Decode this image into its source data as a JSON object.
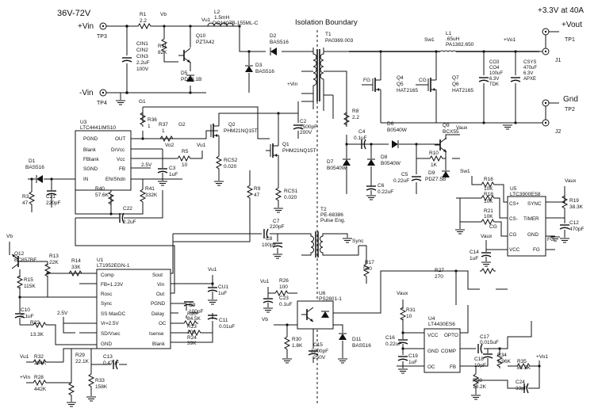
{
  "header": {
    "input_range": "36V-72V",
    "isolation": "Isolation Boundary",
    "output": "+3.3V at 40A"
  },
  "terminals": {
    "vin_pos": "+Vin",
    "vin_neg": "-Vin",
    "vout_pos": "+Vout",
    "gnd": "Gnd",
    "tp3": "TP3",
    "tp4": "TP4",
    "tp1": "TP1",
    "tp2": "TP2",
    "j1": "J1",
    "j2": "J2"
  },
  "nets": {
    "vb": "Vb",
    "vu1": "Vu1",
    "vin": "+Vin",
    "g1": "G1",
    "g2": "G2",
    "vo2": "Vo2",
    "sw1": "Sw1",
    "vaux": "Vaux",
    "vout": "+Vo1",
    "fg": "FG",
    "cg": "CG",
    "sync": "Sync",
    "v25": "2.5V"
  },
  "components": {
    "r1": [
      "R1",
      "2.2"
    ],
    "r11": [
      "R11",
      "82K"
    ],
    "q10": [
      "Q10",
      "PZTA42"
    ],
    "d5": [
      "D5",
      "PDZ9.1B"
    ],
    "cin": [
      "CIN1",
      "CIN2",
      "CIN3",
      "2.2uF",
      "100V"
    ],
    "l2": [
      "L2",
      "1.5mH",
      "DO1607B-155ML-C"
    ],
    "d2": [
      "D2",
      "BAS516"
    ],
    "d3": [
      "D3",
      "BAS516"
    ],
    "t1": [
      "T1",
      "PA0369.003"
    ],
    "l1": [
      "L1",
      ".65uH",
      "PA1382.650"
    ],
    "co": [
      "CO3",
      "CO4",
      "100uF",
      "6.3V",
      "TDK"
    ],
    "csys": [
      "CSYS",
      "470uF",
      "6.3V",
      "APXE"
    ],
    "q4": [
      "Q4",
      "Q5",
      "HAT2165"
    ],
    "q7": [
      "Q7",
      "Q6",
      "HAT2165"
    ],
    "r8": [
      "R8",
      "2.2"
    ],
    "c4": [
      "C4",
      "0.1uF"
    ],
    "d6": [
      "D6",
      "B0540W"
    ],
    "q9": [
      "Q9",
      "BCX55"
    ],
    "r10": [
      "R10",
      "1K"
    ],
    "d9": [
      "D9",
      "PDZ7.5B"
    ],
    "d7": [
      "D7",
      "B0540W"
    ],
    "d8": [
      "D8",
      "B0540W"
    ],
    "c5": [
      "C5",
      "0.22uF"
    ],
    "c6": [
      "C6",
      "0.22uF"
    ],
    "u3": [
      "U3",
      "LTC4441IMS10"
    ],
    "u3_pins": [
      "PGND",
      "Blank",
      "FBlank",
      "SGND",
      "IN",
      "OUT",
      "DrVcc",
      "Vcc",
      "FB",
      "EN/Shdn"
    ],
    "r36": [
      "R36",
      "1"
    ],
    "r37": [
      "R37",
      "1"
    ],
    "q2": [
      "Q2",
      "PHM21NQ15T"
    ],
    "q1": [
      "Q1",
      "PHM21NQ15T"
    ],
    "c2": [
      "C2",
      "1500pF",
      "200V"
    ],
    "r5": [
      "R5",
      "10"
    ],
    "c3": [
      "C3",
      "1uF"
    ],
    "rcs2": [
      "RCS2",
      "0.020"
    ],
    "rcs1": [
      "RCS1",
      "0.020"
    ],
    "r9": [
      "R9",
      "47"
    ],
    "d1": [
      "D1",
      "BAS516"
    ],
    "r3": [
      "R3",
      "47"
    ],
    "c21": [
      "C21",
      "220pF"
    ],
    "r40": [
      "R40",
      "57.6K"
    ],
    "r41": [
      "R41",
      "332K"
    ],
    "c22": [
      "C22",
      "2.2uF"
    ],
    "t2": [
      "T2",
      "PE-68386",
      "Pulse Eng."
    ],
    "c7": [
      "C7",
      "220pF"
    ],
    "c8": [
      "C8",
      "100pF"
    ],
    "r17": [
      "R17",
      "560"
    ],
    "u5": [
      "U5",
      "LTC3900ES8"
    ],
    "u5_pins": [
      "CS+",
      "CS-",
      "CG",
      "VCC",
      "SYNC",
      "TIMER",
      "GND",
      "FG"
    ],
    "r16": [
      "R16",
      "10K"
    ],
    "r18": [
      "R18",
      "10K"
    ],
    "r21": [
      "R21",
      "10K"
    ],
    "r19": [
      "R19",
      "38.3K"
    ],
    "c12": [
      "C12",
      "470pF"
    ],
    "c14": [
      "C14",
      "1uF"
    ],
    "q12": [
      "Q12",
      "BC857BF"
    ],
    "r13": [
      "R13",
      "22K"
    ],
    "r14": [
      "R14",
      "33K"
    ],
    "r15": [
      "R15",
      "115K"
    ],
    "u1": [
      "U1",
      "LT1952EGN-1"
    ],
    "u1_pins_left": [
      "Comp",
      "FB=1.23V",
      "Rosc",
      "Sync",
      "SS MaxDC",
      "Vr=2.5V",
      "SD/Vsec",
      "GND"
    ],
    "u1_pins_right": [
      "Sout",
      "Vin",
      "Out",
      "PGND",
      "Delay",
      "OC",
      "Isense",
      "Blank"
    ],
    "c10": [
      "C10",
      "0.1uF"
    ],
    "r22": [
      "R22",
      "13.3K"
    ],
    "c9": [
      "C9",
      "100pF"
    ],
    "r20": [
      "R20",
      "84.5K"
    ],
    "r23": [
      "R23",
      "100"
    ],
    "r24": [
      "R24",
      "39K"
    ],
    "c11": [
      "C11",
      "0.01uF"
    ],
    "cu1": [
      "CU1",
      "1uF"
    ],
    "r32": [
      "R32",
      "294K"
    ],
    "r29": [
      "R29",
      "22.1K"
    ],
    "r28": [
      "R28",
      "442K"
    ],
    "r33": [
      "R33",
      "158K"
    ],
    "c13": [
      "C13",
      "0.47uF"
    ],
    "r26": [
      "R26",
      "100"
    ],
    "c23": [
      "C23",
      "0.1uF"
    ],
    "u6": [
      "U6",
      "PS2801-1"
    ],
    "r30": [
      "R30",
      "1.8K"
    ],
    "c15": [
      "C15",
      "2200pF",
      "250V"
    ],
    "d11": [
      "D11",
      "BAS516"
    ],
    "r27": [
      "R27",
      "270"
    ],
    "r31": [
      "R31",
      "10"
    ],
    "c16": [
      "C16",
      "0.22uF"
    ],
    "u4": [
      "U4",
      "LT4430ES6"
    ],
    "u4_pins": [
      "VCC",
      "GND",
      "OC",
      "OPTO",
      "COMP",
      "FB"
    ],
    "c17": [
      "C17",
      "0.015uF"
    ],
    "c19": [
      "C19",
      "1uF"
    ],
    "c18": [
      "C18",
      "10pF"
    ],
    "r34": [
      "R34",
      "1.96K"
    ],
    "r35": [
      "R35",
      "82.5K"
    ],
    "r38": [
      "R38",
      "18.2K"
    ],
    "c24": [
      "C24",
      "33pF"
    ]
  }
}
